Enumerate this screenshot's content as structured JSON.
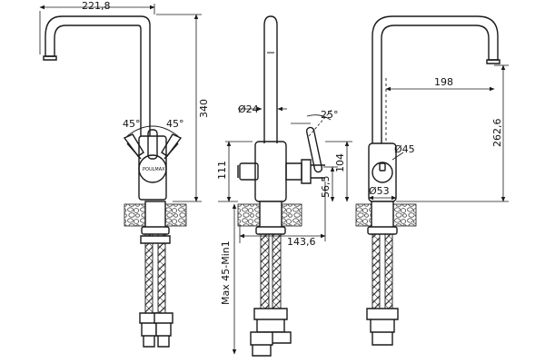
{
  "drawing": {
    "colors": {
      "line": "#1a1a1a",
      "gravel": "#5a5a5a",
      "hose": "#333333",
      "fill": "#ffffff"
    },
    "dimensions": {
      "spout_reach_top": "221,8",
      "total_height": "340",
      "angle_left": "45°",
      "angle_right": "45°",
      "base_height": "111",
      "handle_diameter": "Ø24",
      "handle_angle": "25°",
      "body_height": "104",
      "body_offset": "56,5",
      "base_depth": "143,6",
      "mount_thickness": "Max 45-Min1",
      "spout_reach_back": "198",
      "spout_height": "262,6",
      "hole_diameter": "Ø45",
      "base_diameter": "Ø53"
    },
    "brand_label": "POULMAX"
  }
}
